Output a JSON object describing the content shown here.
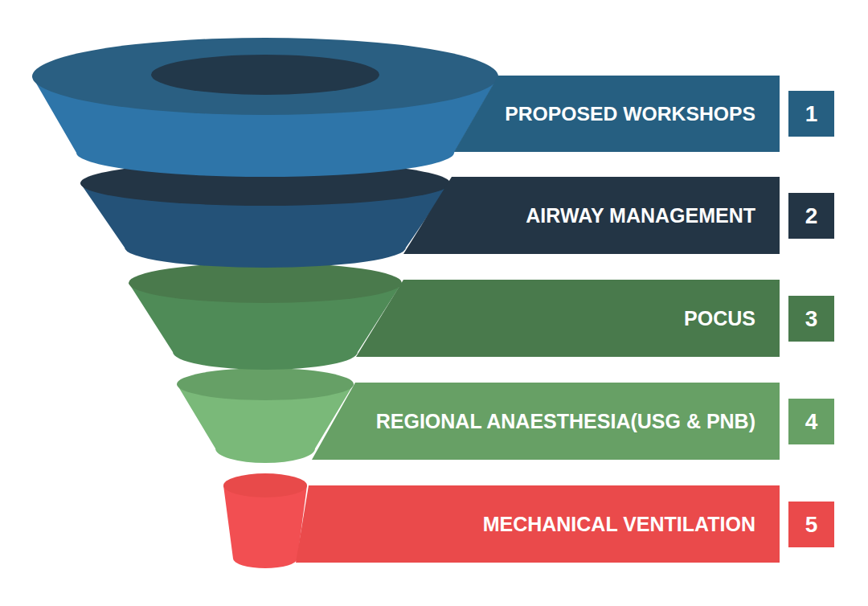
{
  "diagram": {
    "nodes": [
      {
        "text": [
          "PROPOSED WORKSHOPS"
        ]
      },
      {
        "text": [
          "1"
        ]
      },
      {
        "text": [
          "AIRWAY MANAGEMENT"
        ]
      },
      {
        "text": [
          "2"
        ]
      },
      {
        "text": [
          "POCUS"
        ]
      },
      {
        "text": [
          "3"
        ]
      },
      {
        "text": [
          "REGIONAL ANAESTHESIA(USG & PNB)"
        ]
      },
      {
        "text": [
          "4"
        ]
      },
      {
        "text": [
          "MECHANICAL VENTILATION"
        ]
      },
      {
        "text": [
          "5"
        ]
      }
    ]
  }
}
